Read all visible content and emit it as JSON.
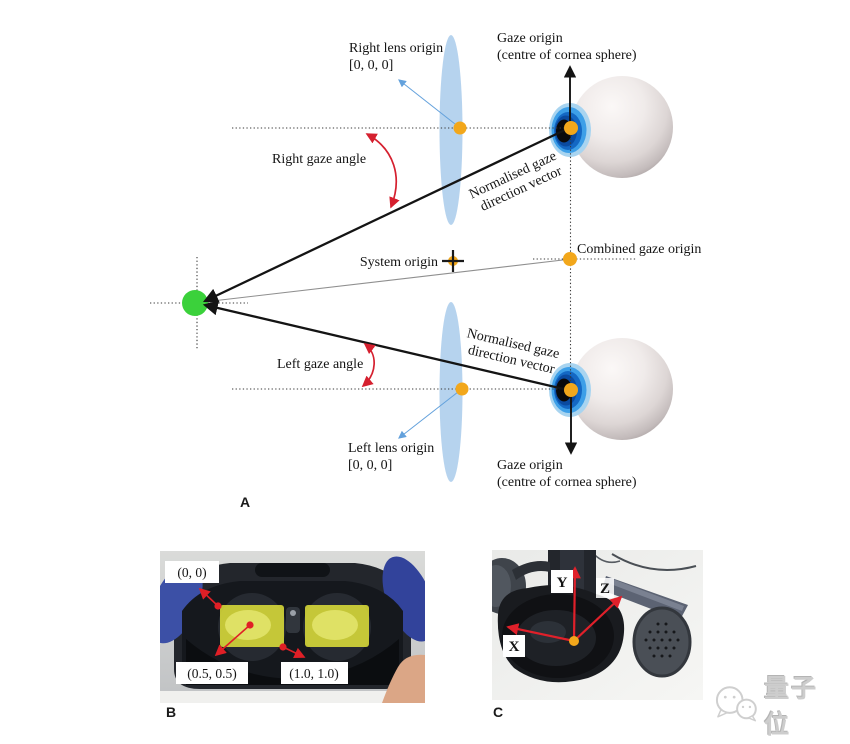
{
  "figure": {
    "panel_a": {
      "label": "A",
      "right_lens_origin": {
        "line1": "Right lens origin",
        "line2": "[0, 0, 0]"
      },
      "left_lens_origin": {
        "line1": "Left lens origin",
        "line2": "[0, 0, 0]"
      },
      "gaze_origin_top": {
        "line1": "Gaze origin",
        "line2": "(centre of cornea sphere)"
      },
      "gaze_origin_bottom": {
        "line1": "Gaze origin",
        "line2": "(centre of cornea sphere)"
      },
      "right_gaze_angle": "Right gaze angle",
      "left_gaze_angle": "Left gaze angle",
      "normalised_vector_top": {
        "line1": "Normalised gaze",
        "line2": "direction vector"
      },
      "normalised_vector_bottom": {
        "line1": "Normalised gaze",
        "line2": "direction vector"
      },
      "system_origin": "System origin",
      "combined_gaze_origin": "Combined gaze origin"
    },
    "panel_b": {
      "label": "B",
      "coord_top_left": "(0, 0)",
      "coord_center": "(0.5, 0.5)",
      "coord_bottom_right": "(1.0, 1.0)"
    },
    "panel_c": {
      "label": "C",
      "axis_x": "X",
      "axis_y": "Y",
      "axis_z": "Z"
    }
  },
  "watermark": {
    "text": "量子位"
  },
  "colors": {
    "accent_orange": "#F2A71B",
    "target_green": "#3BD13B",
    "annotation_red": "#D5202F",
    "lens_blue": "#A9CBEB",
    "iris_blue": "#1B72C8",
    "lens_highlight_yellow": "#E9EA3A"
  }
}
